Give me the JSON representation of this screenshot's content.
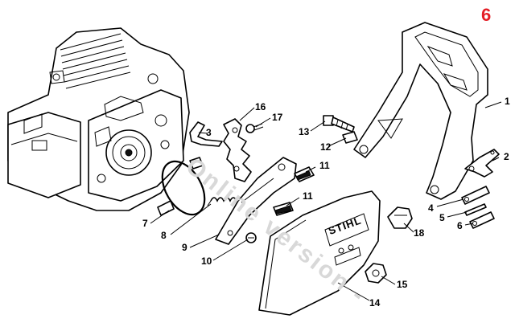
{
  "page_number": "6",
  "watermark": "Online version -",
  "brand_on_cover": "STIHL",
  "colors": {
    "page_number": "#e41e26",
    "lines": "#000000",
    "watermark": "#d8d8d8"
  },
  "callouts": [
    {
      "id": "c1",
      "label": "1"
    },
    {
      "id": "c2",
      "label": "2"
    },
    {
      "id": "c3",
      "label": "3"
    },
    {
      "id": "c4",
      "label": "4"
    },
    {
      "id": "c5",
      "label": "5"
    },
    {
      "id": "c6",
      "label": "6"
    },
    {
      "id": "c7",
      "label": "7"
    },
    {
      "id": "c8",
      "label": "8"
    },
    {
      "id": "c9",
      "label": "9"
    },
    {
      "id": "c10",
      "label": "10"
    },
    {
      "id": "c11a",
      "label": "11"
    },
    {
      "id": "c11b",
      "label": "11"
    },
    {
      "id": "c12",
      "label": "12"
    },
    {
      "id": "c13",
      "label": "13"
    },
    {
      "id": "c14",
      "label": "14"
    },
    {
      "id": "c15",
      "label": "15"
    },
    {
      "id": "c16",
      "label": "16"
    },
    {
      "id": "c17",
      "label": "17"
    },
    {
      "id": "c18",
      "label": "18"
    }
  ]
}
